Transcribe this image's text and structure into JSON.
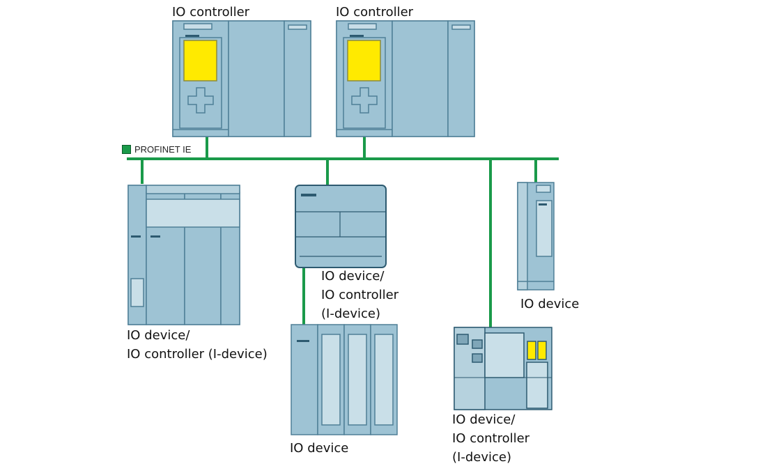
{
  "network": {
    "name": "PROFINET IE",
    "line_color": "#1a9a4a"
  },
  "colors": {
    "module_fill": "#9ec3d4",
    "module_stroke": "#4f7f96",
    "display": "#ffea00"
  },
  "devices": [
    {
      "id": "ctrl1",
      "kind": "io-controller-cpu",
      "icon": "s7-1500-cpu-icon",
      "label_lines": [
        "IO controller"
      ]
    },
    {
      "id": "ctrl2",
      "kind": "io-controller-cpu",
      "icon": "s7-1500-cpu-icon",
      "label_lines": [
        "IO controller"
      ]
    },
    {
      "id": "idev1",
      "kind": "i-device",
      "icon": "s7-300-station-icon",
      "label_lines": [
        "IO device/",
        "IO controller (I-device)"
      ]
    },
    {
      "id": "idev2",
      "kind": "i-device",
      "icon": "s7-1200-cpu-icon",
      "label_lines": [
        "IO device/",
        "IO controller",
        "(I-device)"
      ]
    },
    {
      "id": "iodev1",
      "kind": "io-device",
      "icon": "et200-station-icon",
      "label_lines": [
        "IO device"
      ]
    },
    {
      "id": "idev3",
      "kind": "i-device",
      "icon": "et200pro-station-icon",
      "label_lines": [
        "IO device/",
        "IO controller",
        "(I-device)"
      ]
    },
    {
      "id": "iodev2",
      "kind": "io-device",
      "icon": "drive-icon",
      "label_lines": [
        "IO device"
      ]
    }
  ]
}
